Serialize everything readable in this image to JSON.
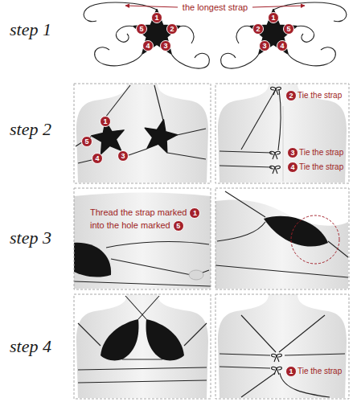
{
  "diagram": {
    "labels": [
      "step 1",
      "the longest strap",
      "1",
      "2",
      "3",
      "4",
      "5",
      "1",
      "2",
      "3",
      "4",
      "5",
      "step 2",
      "1",
      "5",
      "4",
      "3",
      "2",
      "Tie the strap",
      "3",
      "Tie the strap",
      "4",
      "Tie the strap",
      "step 3",
      "Thread the strap marked",
      "1",
      "into the hole marked",
      "5",
      "step 4",
      "1",
      "Tie the strap"
    ]
  }
}
